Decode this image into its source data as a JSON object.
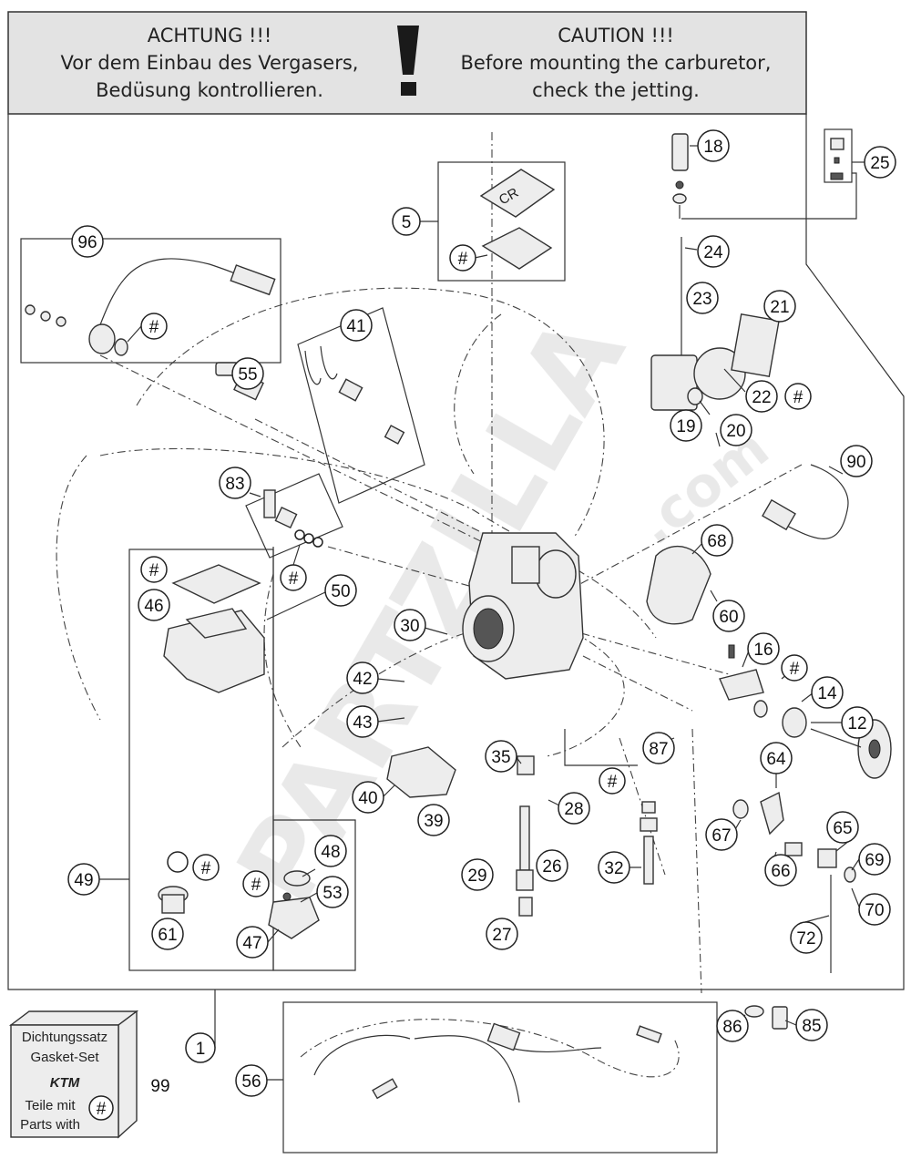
{
  "header": {
    "left_title": "ACHTUNG !!!",
    "left_line1": "Vor dem Einbau des Vergasers,",
    "left_line2": "Bedüsung kontrollieren.",
    "icon": "exclamation-icon",
    "right_title": "CAUTION !!!",
    "right_line1": "Before mounting the carburetor,",
    "right_line2": "check the jetting."
  },
  "watermark": {
    "brand": "PARTZILLA",
    "suffix": ".com"
  },
  "cover_label": "CR",
  "callouts": [
    "1",
    "5",
    "12",
    "14",
    "16",
    "18",
    "19",
    "20",
    "21",
    "22",
    "23",
    "24",
    "25",
    "26",
    "27",
    "28",
    "29",
    "30",
    "32",
    "35",
    "39",
    "40",
    "41",
    "42",
    "43",
    "46",
    "47",
    "48",
    "49",
    "50",
    "53",
    "55",
    "56",
    "60",
    "61",
    "64",
    "65",
    "66",
    "67",
    "68",
    "69",
    "70",
    "72",
    "83",
    "85",
    "86",
    "87",
    "90",
    "96",
    "99"
  ],
  "hash_symbol": "#",
  "gasket_box": {
    "line1": "Dichtungssatz",
    "line2": "Gasket-Set",
    "brand": "KTM",
    "line3": "Teile mit",
    "line4": "Parts with"
  },
  "colors": {
    "header_bg": "#e3e3e3",
    "line": "#333333",
    "part_fill": "#ededed",
    "watermark": "#e6e6e6"
  }
}
